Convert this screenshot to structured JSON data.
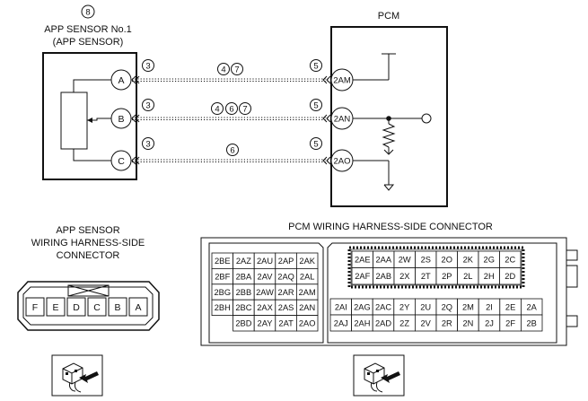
{
  "sensor": {
    "number_label": "8",
    "title_line1": "APP SENSOR No.1",
    "title_line2": "(APP SENSOR)",
    "terminals": [
      "A",
      "B",
      "C"
    ]
  },
  "pcm": {
    "title": "PCM",
    "terminals": [
      "2AM",
      "2AN",
      "2AO"
    ]
  },
  "wires": [
    {
      "left_circle": "3",
      "right_circle": "5",
      "middle_circles": [
        "4",
        "7"
      ]
    },
    {
      "left_circle": "3",
      "right_circle": "5",
      "middle_circles": [
        "4",
        "6",
        "7"
      ]
    },
    {
      "left_circle": "3",
      "right_circle": "5",
      "middle_circles": [
        "6"
      ]
    }
  ],
  "app_connector": {
    "title_line1": "APP SENSOR",
    "title_line2": "WIRING HARNESS-SIDE",
    "title_line3": "CONNECTOR",
    "pins": [
      "F",
      "E",
      "D",
      "C",
      "B",
      "A"
    ]
  },
  "pcm_connector": {
    "title": "PCM WIRING HARNESS-SIDE CONNECTOR",
    "left_block": [
      [
        "2BE",
        "2AZ",
        "2AU",
        "2AP",
        "2AK"
      ],
      [
        "2BF",
        "2BA",
        "2AV",
        "2AQ",
        "2AL"
      ],
      [
        "2BG",
        "2BB",
        "2AW",
        "2AR",
        "2AM"
      ],
      [
        "2BH",
        "2BC",
        "2AX",
        "2AS",
        "2AN"
      ],
      [
        "",
        "2BD",
        "2AY",
        "2AT",
        "2AO"
      ]
    ],
    "upper_right_block": [
      [
        "2AE",
        "2AA",
        "2W",
        "2S",
        "2O",
        "2K",
        "2G",
        "2C"
      ],
      [
        "2AF",
        "2AB",
        "2X",
        "2T",
        "2P",
        "2L",
        "2H",
        "2D"
      ]
    ],
    "lower_right_block": [
      [
        "2AI",
        "2AG",
        "2AC",
        "2Y",
        "2U",
        "2Q",
        "2M",
        "2I",
        "2E",
        "2A"
      ],
      [
        "2AJ",
        "2AH",
        "2AD",
        "2Z",
        "2V",
        "2R",
        "2N",
        "2J",
        "2F",
        "2B"
      ]
    ]
  }
}
